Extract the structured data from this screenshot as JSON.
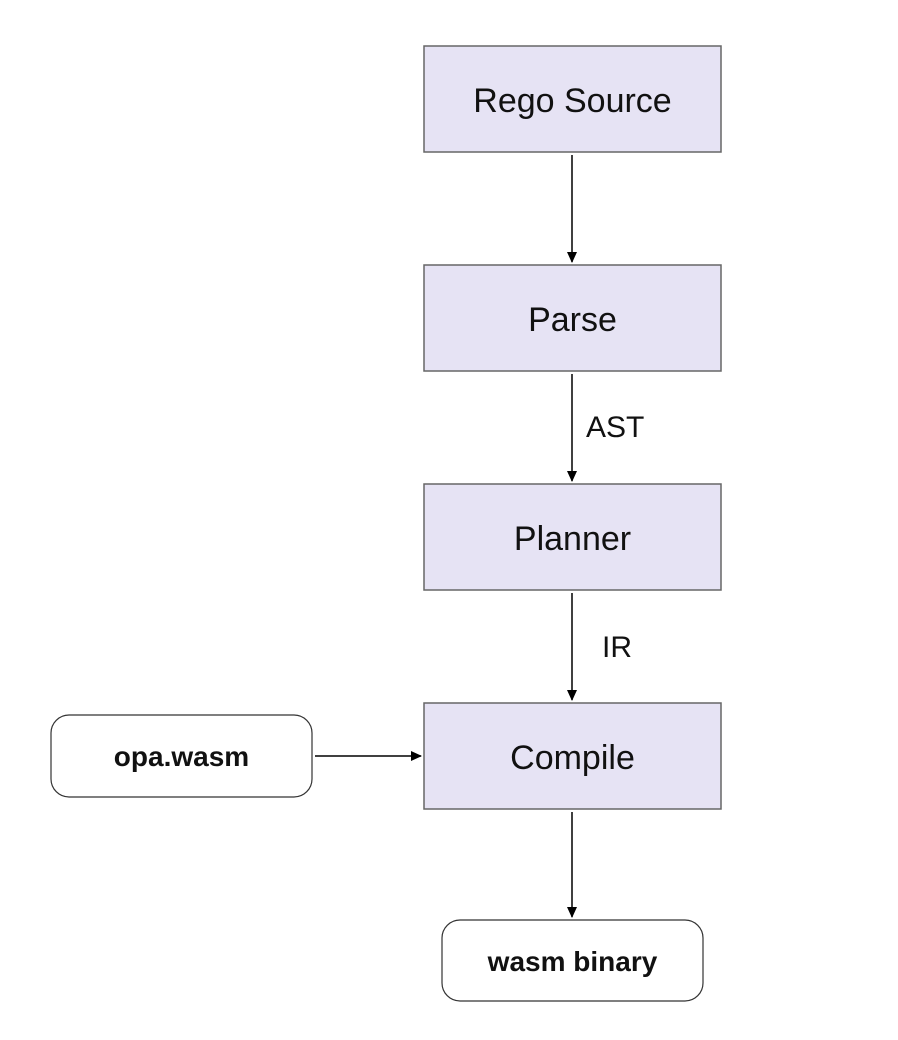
{
  "nodes": {
    "rego_source": "Rego Source",
    "parse": "Parse",
    "planner": "Planner",
    "compile": "Compile",
    "opa_wasm": "opa.wasm",
    "wasm_binary": "wasm binary"
  },
  "edges": {
    "parse_to_planner": "AST",
    "planner_to_compile": "IR"
  }
}
